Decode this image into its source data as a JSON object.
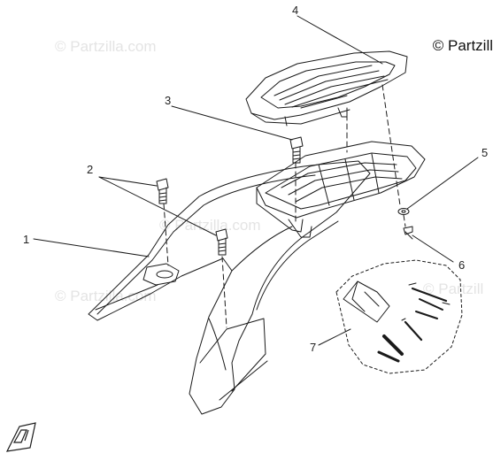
{
  "copyright": "© Partzill",
  "watermarks": [
    "© Partzilla.com",
    "© Partzilla.com",
    "© Partzilla.com",
    "© Partzill"
  ],
  "callouts": [
    "1",
    "2",
    "3",
    "4",
    "5",
    "6",
    "7"
  ],
  "colors": {
    "line": "#1a1a1a",
    "watermark": "#e4e4e4",
    "background": "#ffffff"
  }
}
